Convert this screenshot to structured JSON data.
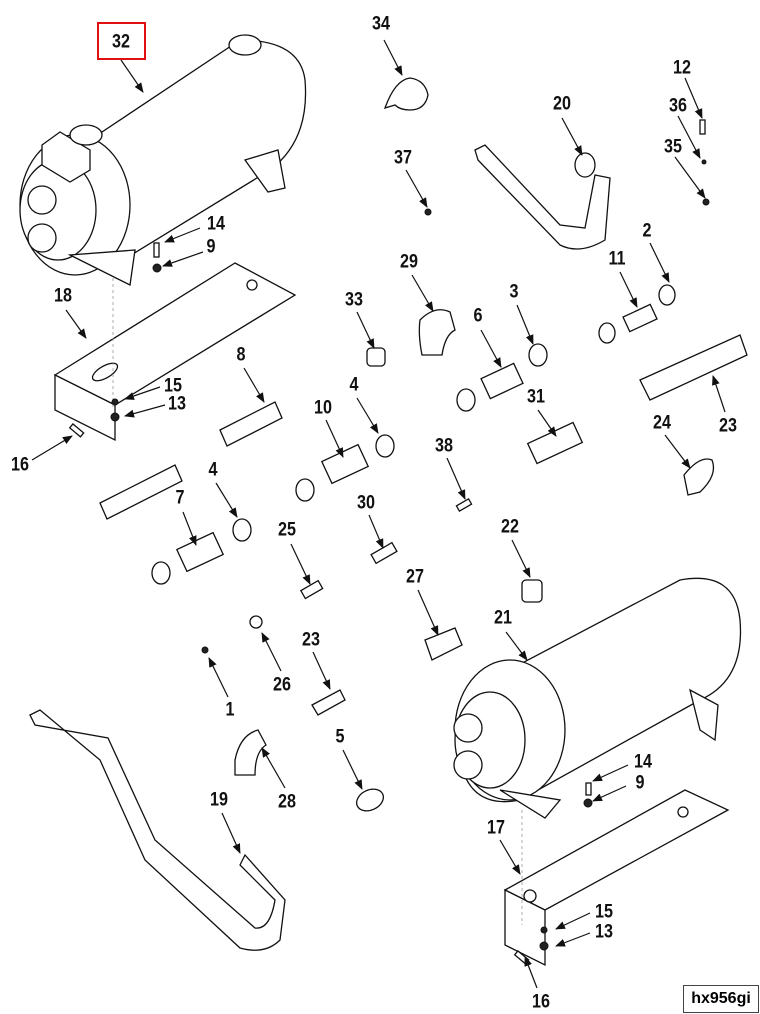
{
  "diagram_id": "hx956gi",
  "highlighted_callout": "32",
  "highlight_color": "#e01010",
  "callouts": [
    "32",
    "34",
    "12",
    "20",
    "36",
    "35",
    "37",
    "14",
    "9",
    "2",
    "29",
    "11",
    "18",
    "3",
    "33",
    "6",
    "8",
    "15",
    "13",
    "4",
    "10",
    "31",
    "24",
    "23",
    "16",
    "38",
    "4",
    "7",
    "30",
    "25",
    "22",
    "27",
    "21",
    "26",
    "23",
    "1",
    "5",
    "14",
    "9",
    "19",
    "28",
    "17",
    "15",
    "13",
    "16"
  ]
}
